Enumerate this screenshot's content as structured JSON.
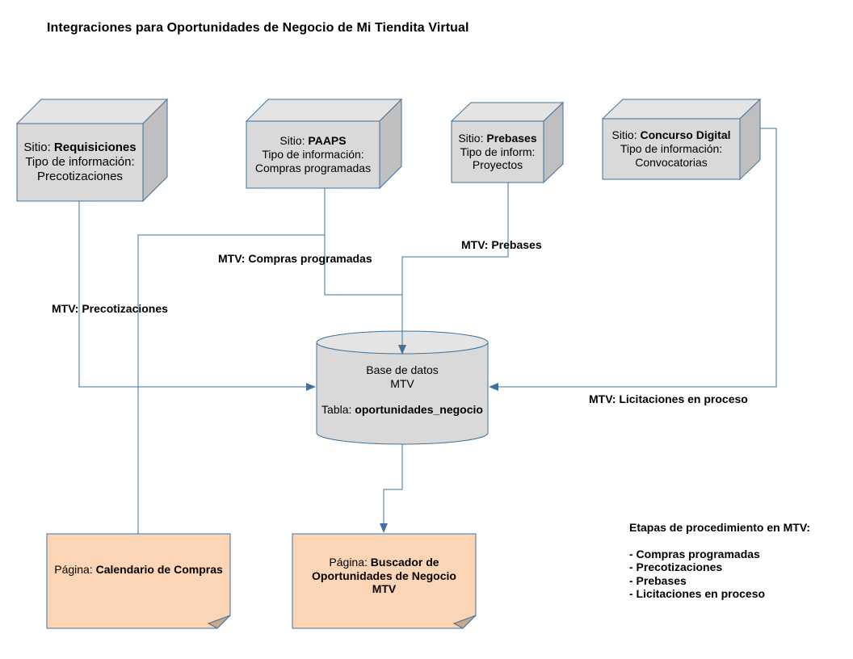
{
  "title": "Integraciones para Oportunidades de Negocio de Mi Tiendita Virtual",
  "sources": [
    {
      "prefix": "Sitio: ",
      "name": "Requisiciones",
      "info_label": "Tipo de información:",
      "info_value": "Precotizaciones"
    },
    {
      "prefix": "Sitio: ",
      "name": "PAAPS",
      "info_label": "Tipo de información:",
      "info_value": "Compras programadas"
    },
    {
      "prefix": "Sitio: ",
      "name": "Prebases",
      "info_label": "Tipo de inform:",
      "info_value": "Proyectos"
    },
    {
      "prefix": "Sitio: ",
      "name": "Concurso Digital",
      "info_label": "Tipo de información:",
      "info_value": "Convocatorias"
    }
  ],
  "database": {
    "line1": "Base de datos",
    "line2": "MTV",
    "table_prefix": "Tabla: ",
    "table_name": "oportunidades_negocio"
  },
  "connectors": {
    "compras": "MTV: Compras programadas",
    "prebases": "MTV: Prebases",
    "precotizaciones": "MTV: Precotizaciones",
    "licitaciones": "MTV: Licitaciones en proceso"
  },
  "pages": [
    {
      "prefix": "Página: ",
      "name": "Calendario de Compras"
    },
    {
      "prefix": "Página: ",
      "name_line1": "Buscador de",
      "name_line2": "Oportunidades de Negocio",
      "name_line3": "MTV"
    }
  ],
  "stages": {
    "heading": "Etapas de procedimiento en MTV:",
    "items": [
      "- Compras programadas",
      "- Precotizaciones",
      "- Prebases",
      "- Licitaciones en proceso"
    ]
  },
  "colors": {
    "stroke": "#41719c",
    "box_fill": "#d9d9d9",
    "cube_top": "#e4e4e4",
    "cube_side": "#bfbfbf",
    "page_fill": "#fbd5b5"
  }
}
